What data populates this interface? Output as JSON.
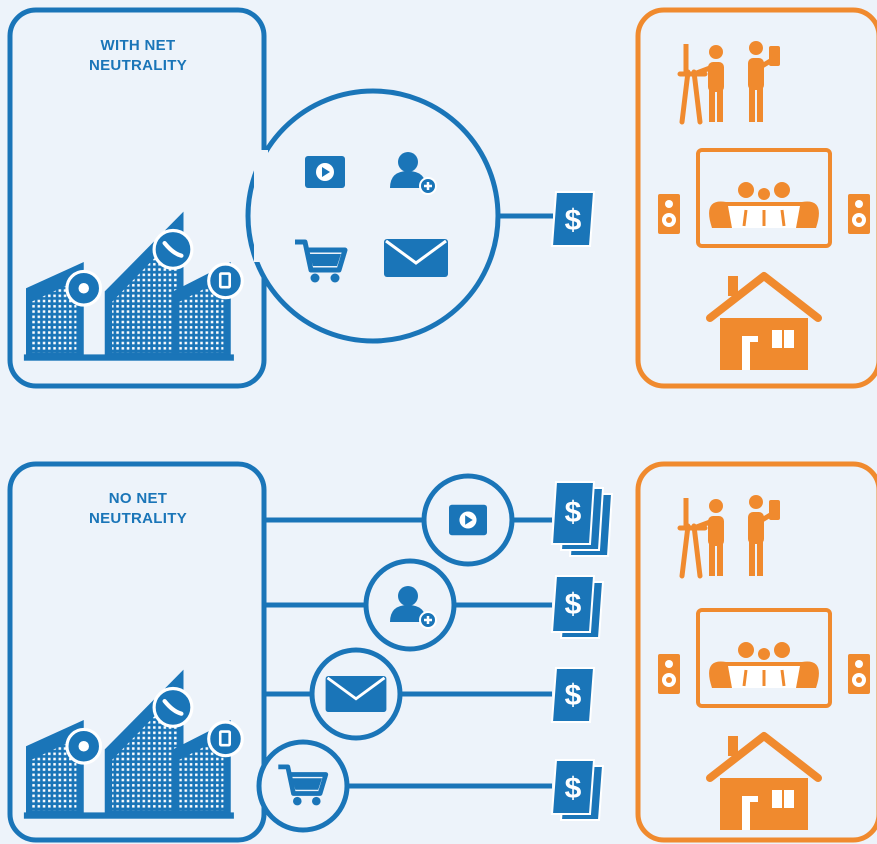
{
  "top_panel": {
    "title_line1": "WITH NET",
    "title_line2": "NEUTRALITY"
  },
  "bottom_panel": {
    "title_line1": "NO NET",
    "title_line2": "NEUTRALITY"
  },
  "payment_symbol": "$",
  "services": [
    "video-icon",
    "add-user-icon",
    "shopping-cart-icon",
    "envelope-icon"
  ],
  "consumers": [
    "office-workers-icon",
    "family-couch-icon",
    "house-icon"
  ],
  "colors": {
    "provider": "#1a75b8",
    "consumer": "#f08a2e",
    "background": "#edf3fa"
  }
}
